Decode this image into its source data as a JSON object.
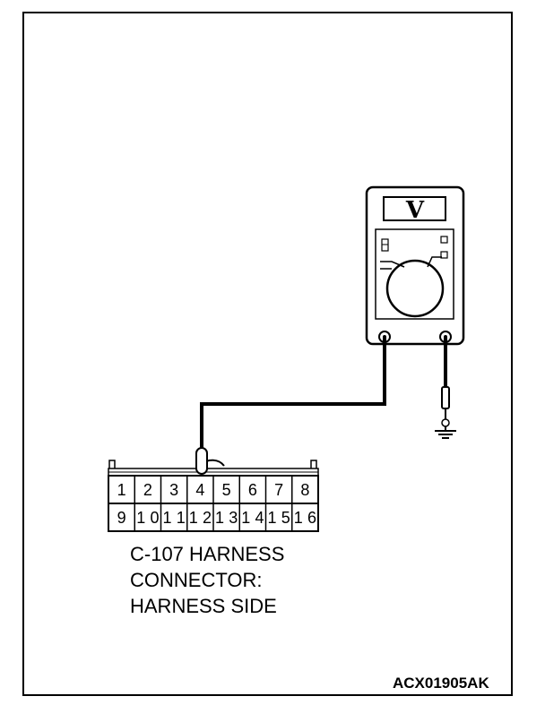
{
  "meter": {
    "display": "V",
    "icon": "voltmeter-icon"
  },
  "connector": {
    "pins_top": [
      "1",
      "2",
      "3",
      "4",
      "5",
      "6",
      "7",
      "8"
    ],
    "pins_bottom": [
      "9",
      "10",
      "11",
      "12",
      "13",
      "14",
      "15",
      "16"
    ],
    "probed_pin": "4"
  },
  "caption": {
    "line1": "C-107 HARNESS",
    "line2": "CONNECTOR:",
    "line3": "HARNESS SIDE"
  },
  "figure_id": "ACX01905AK",
  "ground_icon": "ground-icon"
}
